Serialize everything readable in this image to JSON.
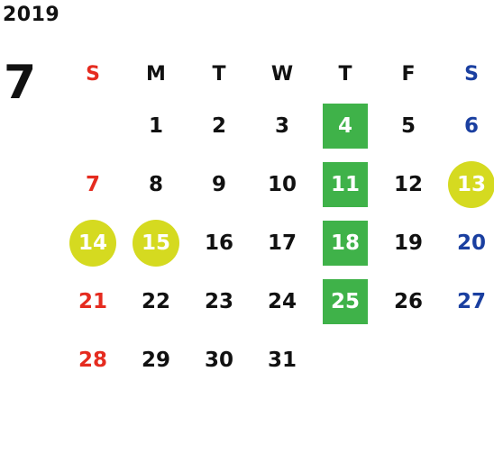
{
  "calendar": {
    "year": "2019",
    "month": "7",
    "weekdays": [
      "S",
      "M",
      "T",
      "W",
      "T",
      "F",
      "S"
    ],
    "colors": {
      "sunday": "#e52b1f",
      "saturday": "#1a3fa0",
      "weekday": "#111111",
      "square_highlight": "#3fb249",
      "circle_highlight": "#d5da20",
      "highlight_text": "#ffffff"
    },
    "weeks": [
      [
        null,
        "1",
        "2",
        "3",
        "4",
        "5",
        "6"
      ],
      [
        "7",
        "8",
        "9",
        "10",
        "11",
        "12",
        "13"
      ],
      [
        "14",
        "15",
        "16",
        "17",
        "18",
        "19",
        "20"
      ],
      [
        "21",
        "22",
        "23",
        "24",
        "25",
        "26",
        "27"
      ],
      [
        "28",
        "29",
        "30",
        "31",
        null,
        null,
        null
      ]
    ],
    "square_days": [
      "4",
      "11",
      "18",
      "25"
    ],
    "circle_days": [
      "13",
      "14",
      "15"
    ]
  }
}
